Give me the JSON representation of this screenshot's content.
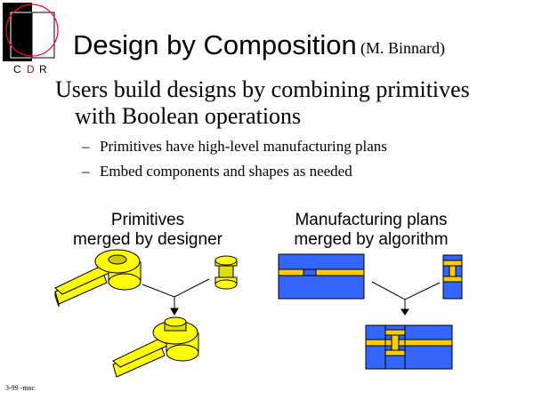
{
  "logo": {
    "letters": [
      "C",
      "D",
      "R"
    ],
    "colors": {
      "c": "#000000",
      "d": "#cc0000",
      "r": "#000000",
      "circle": "#ff0033"
    }
  },
  "title": "Design by Composition",
  "author": "(M. Binnard)",
  "bullets": [
    {
      "lines": [
        "Users build designs by combining primitives",
        "with Boolean operations"
      ],
      "sub": [
        {
          "dash": "–",
          "text": "Primitives have high-level manufacturing plans"
        },
        {
          "dash": "–",
          "text": "Embed components and shapes as needed"
        }
      ]
    }
  ],
  "captions": {
    "left": [
      "Primitives",
      "merged by designer"
    ],
    "right": [
      "Manufacturing plans",
      "merged by algorithm"
    ]
  },
  "footer": "3-99 -mnc",
  "colors": {
    "part": "#ffff00",
    "plan_blue": "#3366ff",
    "plan_yellow": "#ffcc00"
  }
}
